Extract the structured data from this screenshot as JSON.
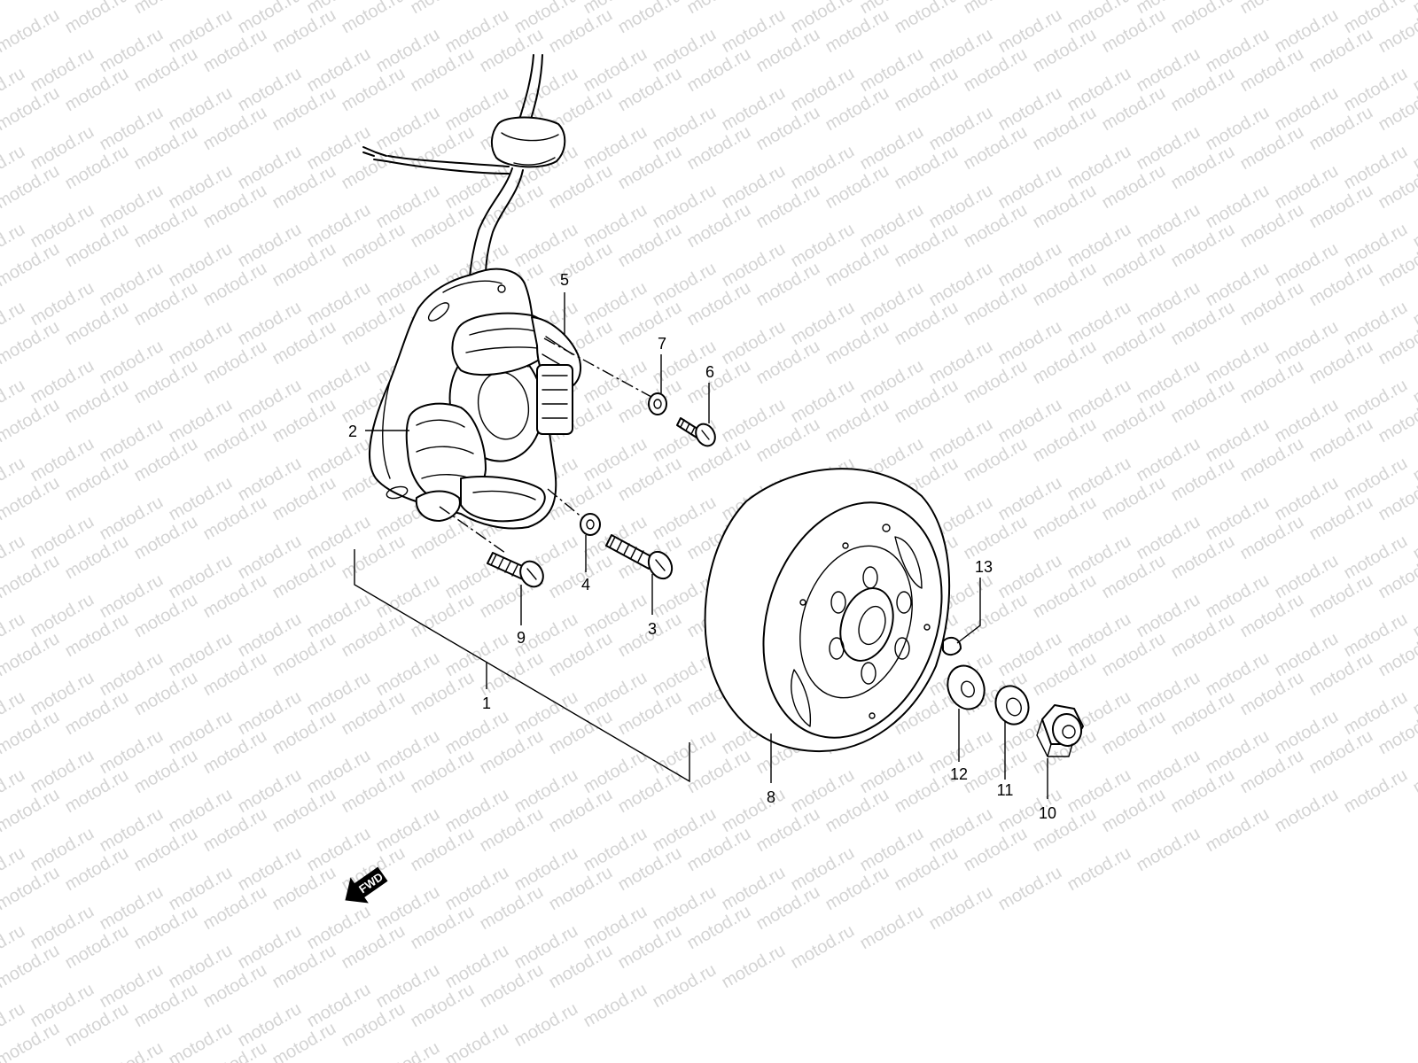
{
  "watermark": {
    "text": "motod.ru",
    "color": "#d4d4d4"
  },
  "direction_arrow": {
    "label": "FWD",
    "icon": "fwd-arrow-icon"
  },
  "callouts": [
    {
      "id": "c1",
      "label": "1"
    },
    {
      "id": "c2",
      "label": "2"
    },
    {
      "id": "c3",
      "label": "3"
    },
    {
      "id": "c4",
      "label": "4"
    },
    {
      "id": "c5",
      "label": "5"
    },
    {
      "id": "c6",
      "label": "6"
    },
    {
      "id": "c7",
      "label": "7"
    },
    {
      "id": "c8",
      "label": "8"
    },
    {
      "id": "c9",
      "label": "9"
    },
    {
      "id": "c10",
      "label": "10"
    },
    {
      "id": "c11",
      "label": "11"
    },
    {
      "id": "c12",
      "label": "12"
    },
    {
      "id": "c13",
      "label": "13"
    }
  ]
}
